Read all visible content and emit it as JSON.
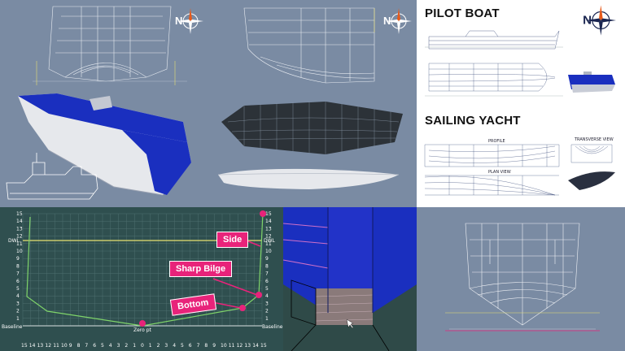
{
  "pilot_boat": {
    "title": "PILOT BOAT"
  },
  "sailing_yacht": {
    "title": "SAILING YACHT",
    "sub_labels": [
      "PROFILE",
      "TRANSVERSE VIEW",
      "PLAN VIEW"
    ]
  },
  "compass": {
    "letter": "N"
  },
  "section_plot": {
    "callouts": {
      "side": "Side",
      "sharp_bilge": "Sharp Bilge",
      "bottom": "Bottom"
    },
    "axis": {
      "baseline_left": "Baseline",
      "baseline_right": "Baseline",
      "dwl_left": "DWL",
      "dwl_right": "DWL",
      "zero_label": "Zero pt",
      "x_ticks": [
        "15",
        "14",
        "13",
        "12",
        "11",
        "10",
        "9",
        "8",
        "7",
        "6",
        "5",
        "4",
        "3",
        "2",
        "1",
        "0",
        "1",
        "2",
        "3",
        "4",
        "5",
        "6",
        "7",
        "8",
        "9",
        "10",
        "11",
        "12",
        "13",
        "14",
        "15"
      ],
      "y_ticks": [
        "1",
        "2",
        "3",
        "4",
        "5",
        "6",
        "7",
        "8",
        "9",
        "10",
        "11",
        "12",
        "13",
        "14",
        "15"
      ]
    },
    "colors": {
      "background": "#2f4f4f",
      "grid": "#4f7070",
      "hull_line": "#7fd46a",
      "dwl": "#e6e070",
      "marker": "#e8237a"
    }
  },
  "colors": {
    "hull_blue": "#1a2fbf",
    "hull_white": "#e6e8ec",
    "panel_bg": "#7a8ba3",
    "dark_bg": "#2f4a48"
  }
}
